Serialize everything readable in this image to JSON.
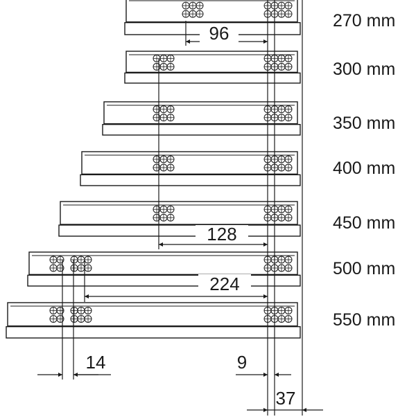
{
  "diagram": {
    "rails": [
      {
        "length_label": "270 mm",
        "hole_groups": 2
      },
      {
        "length_label": "300 mm",
        "hole_groups": 2
      },
      {
        "length_label": "350 mm",
        "hole_groups": 2
      },
      {
        "length_label": "400 mm",
        "hole_groups": 2
      },
      {
        "length_label": "450 mm",
        "hole_groups": 2
      },
      {
        "length_label": "500 mm",
        "hole_groups": 3
      },
      {
        "length_label": "550 mm",
        "hole_groups": 3
      }
    ],
    "dimensions": {
      "d96": "96",
      "d128": "128",
      "d224": "224",
      "d14": "14",
      "d9": "9",
      "d37": "37"
    },
    "colors": {
      "line": "#1a1a1a",
      "background": "#ffffff"
    }
  }
}
